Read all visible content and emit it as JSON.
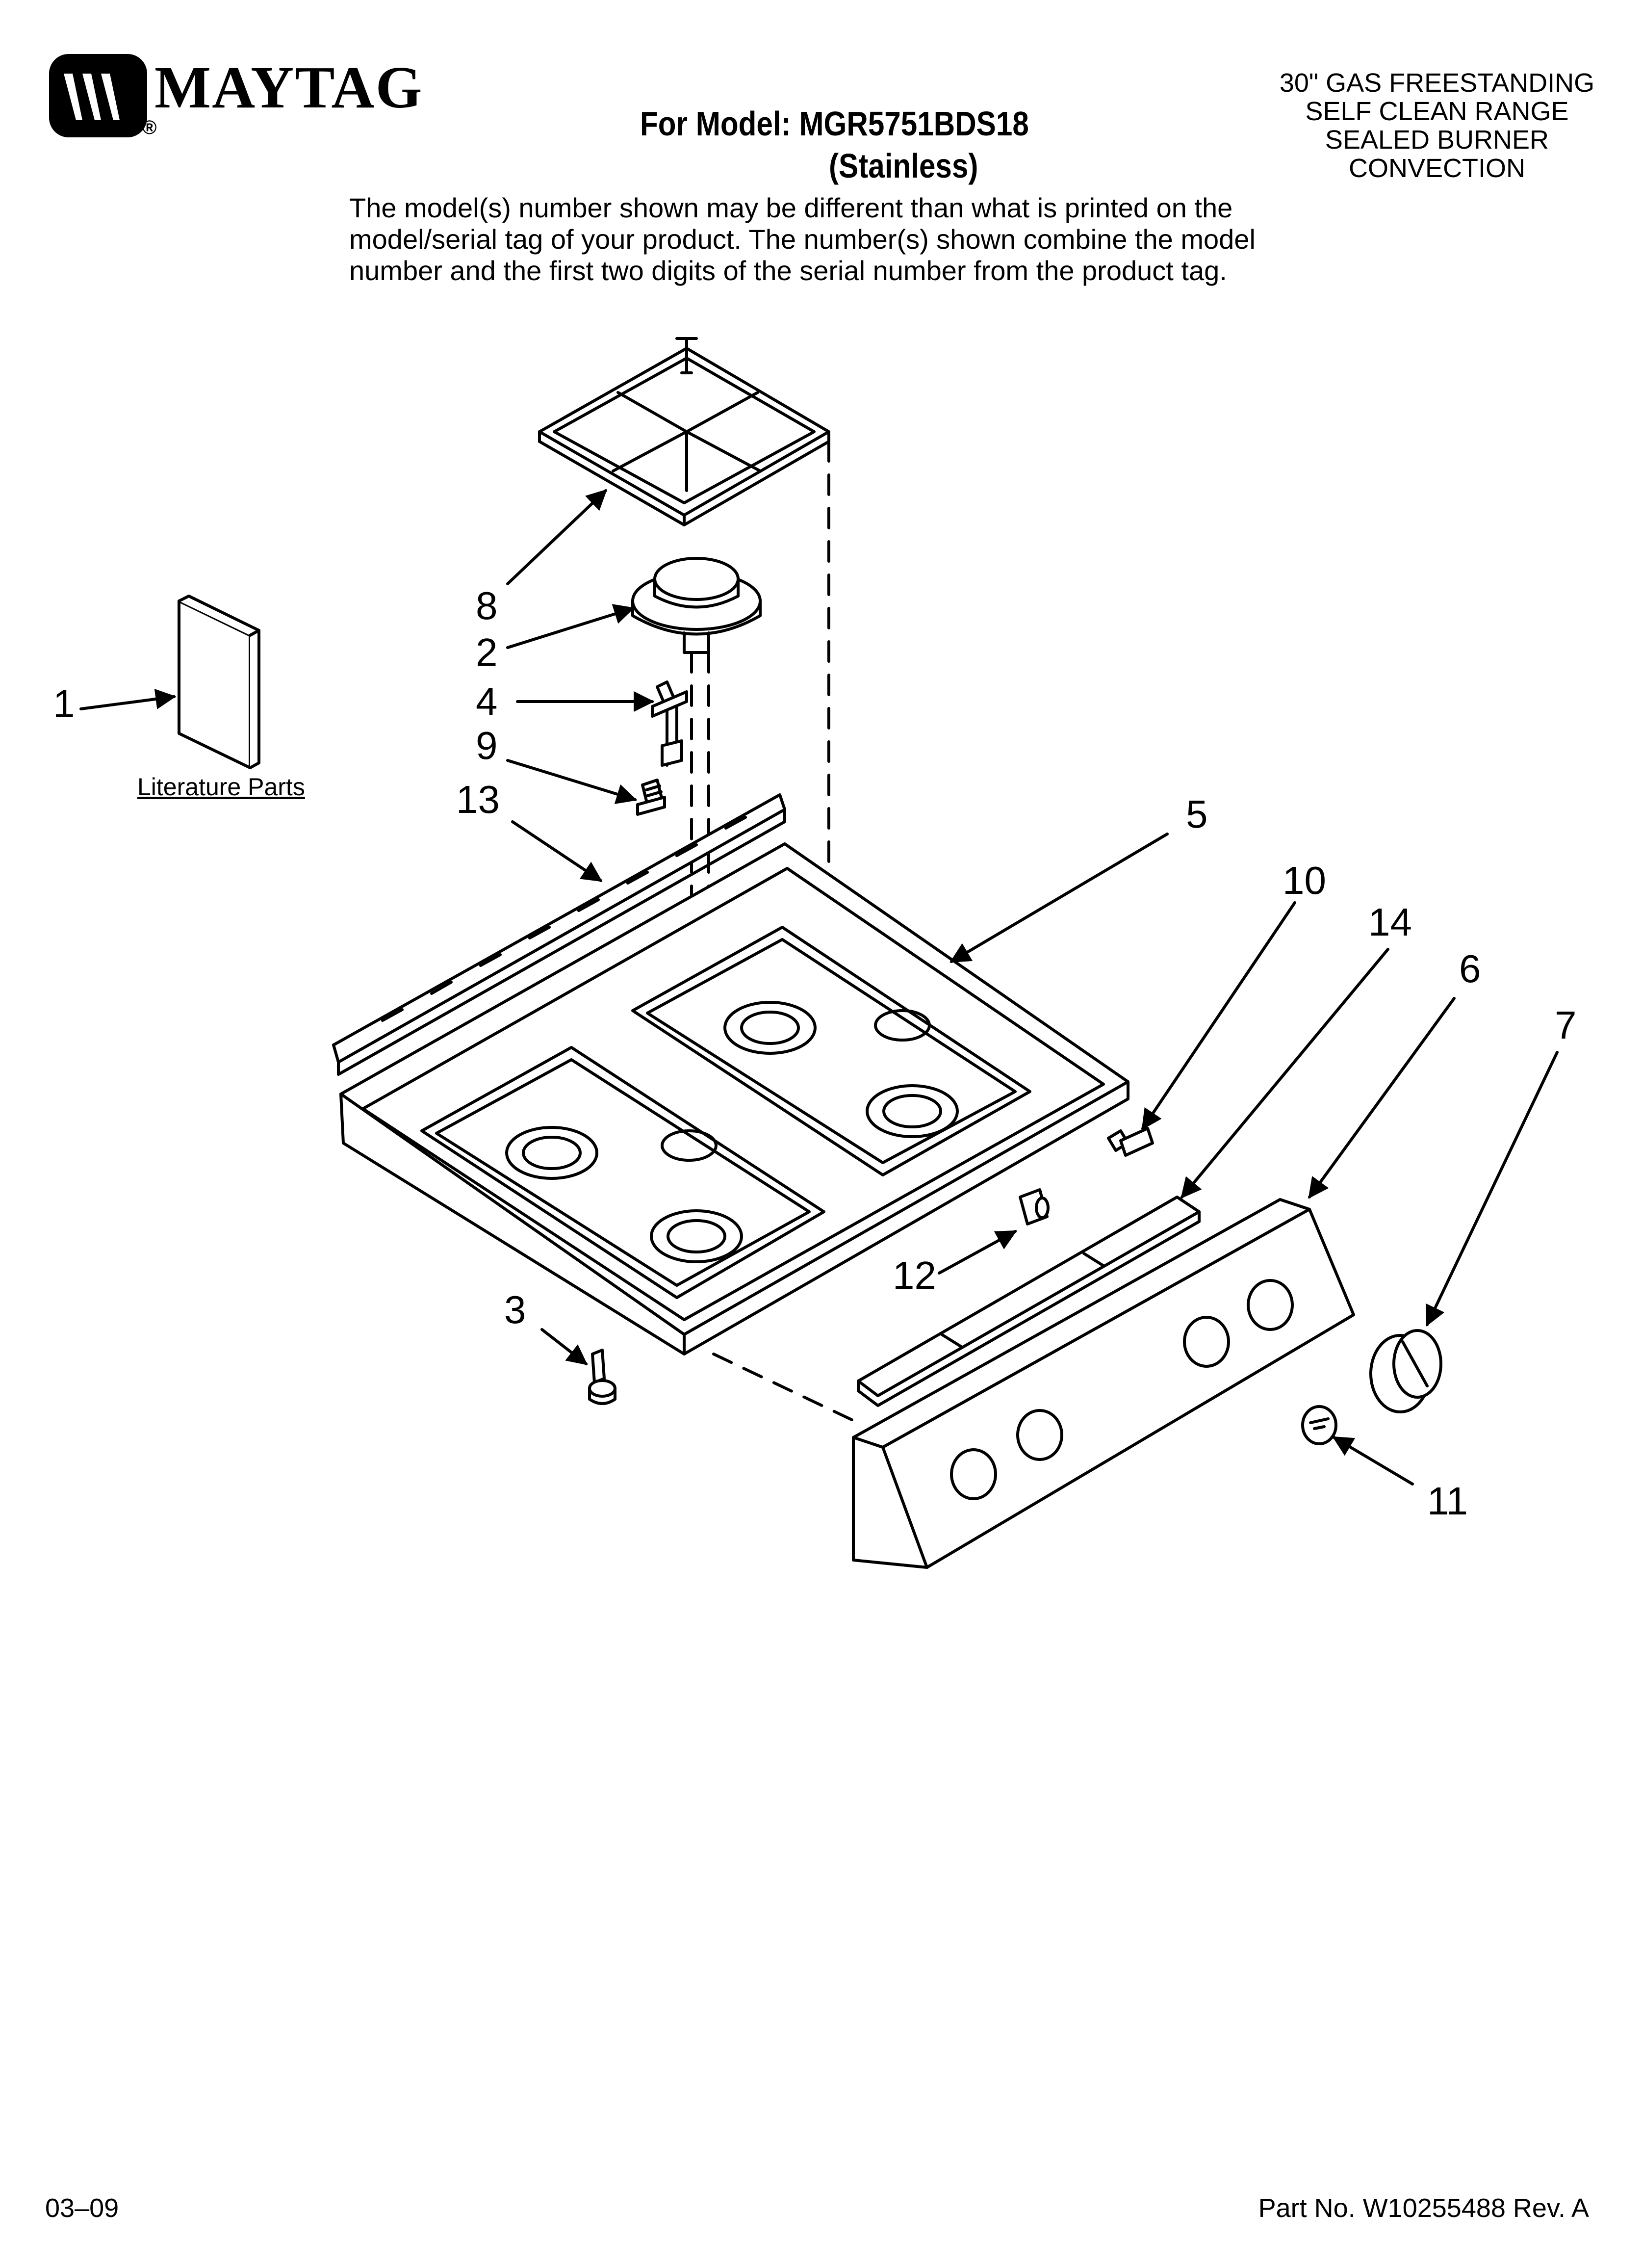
{
  "header": {
    "brand": "MAYTAG",
    "registered_mark": "®",
    "model_line": "For Model: MGR5751BDS18",
    "finish_line": "(Stainless)",
    "product_description": [
      "30\" GAS FREESTANDING",
      "SELF CLEAN RANGE",
      "SEALED BURNER",
      "CONVECTION"
    ],
    "notice_lines": [
      "The model(s) number shown may be different than what is printed on the",
      "model/serial tag of your product. The number(s) shown combine the model",
      "number and the first two digits of the serial number from the product tag."
    ]
  },
  "diagram": {
    "literature_label": "Literature Parts",
    "callouts": [
      "1",
      "2",
      "3",
      "4",
      "5",
      "6",
      "7",
      "8",
      "9",
      "10",
      "11",
      "12",
      "13",
      "14"
    ]
  },
  "footer": {
    "date_code": "03–09",
    "part_number": "Part No. W10255488 Rev. A"
  }
}
